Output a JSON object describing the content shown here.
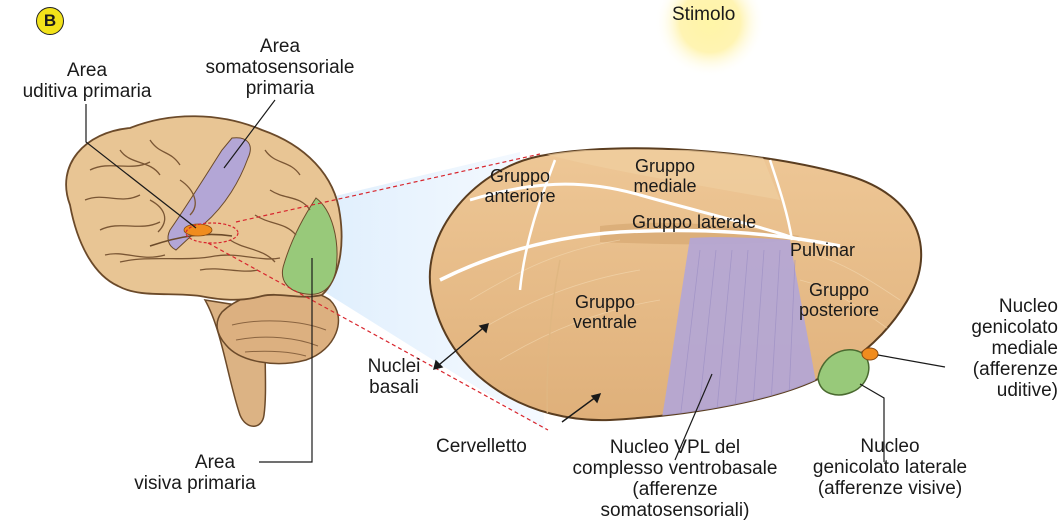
{
  "panel_badge": "B",
  "stimulus": "Stimolo",
  "brain_labels": {
    "auditory_line1": "Area",
    "auditory_line2": "uditiva primaria",
    "somato_line1": "Area",
    "somato_line2": "somatosensoriale",
    "somato_line3": "primaria",
    "visual_line1": "Area",
    "visual_line2": "visiva primaria"
  },
  "thalamus_labels": {
    "anterior_line1": "Gruppo",
    "anterior_line2": "anteriore",
    "medial_line1": "Gruppo",
    "medial_line2": "mediale",
    "lateral": "Gruppo laterale",
    "pulvinar": "Pulvinar",
    "posterior_line1": "Gruppo",
    "posterior_line2": "posteriore",
    "ventral_line1": "Gruppo",
    "ventral_line2": "ventrale"
  },
  "outer_labels": {
    "basal_line1": "Nuclei",
    "basal_line2": "basali",
    "cerebellum": "Cervelletto",
    "vpl_line1": "Nucleo VPL del",
    "vpl_line2": "complesso ventrobasale",
    "vpl_line3": "(afferenze",
    "vpl_line4": "somatosensoriali)",
    "lgn_line1": "Nucleo",
    "lgn_line2": "genicolato laterale",
    "lgn_line3": "(afferenze visive)",
    "mgn_line1": "Nucleo",
    "mgn_line2": "genicolato",
    "mgn_line3": "mediale",
    "mgn_line4": "(afferenze",
    "mgn_line5": "uditive)"
  },
  "colors": {
    "brain_tan": "#e8c594",
    "thalamus_tan": "#e9c08c",
    "somatosensory_purple": "#b3a6d6",
    "visual_green": "#98c97a",
    "auditory_orange": "#f08c1e",
    "projection_red": "#d8262e",
    "stimulus_glow": "#ffe76a"
  }
}
